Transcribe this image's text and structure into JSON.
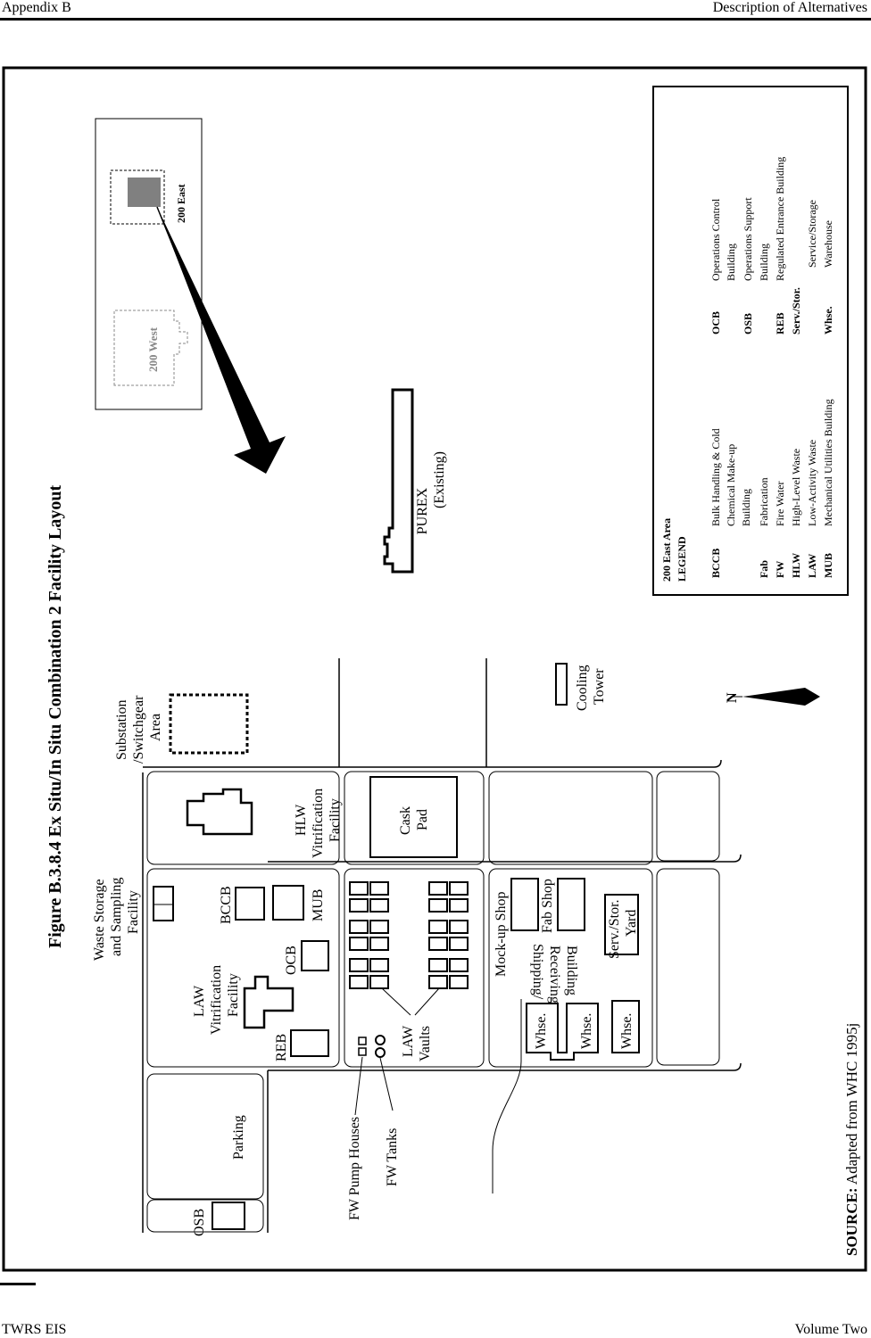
{
  "header": {
    "left": "Appendix B",
    "right": "Description of Alternatives"
  },
  "footer": {
    "left": "TWRS EIS",
    "right": "Volume Two"
  },
  "figure": {
    "title": "Figure B.3.8.4  Ex Situ/In Situ Combination 2 Facility Layout",
    "source_label": "SOURCE:",
    "source_text": " Adapted from WHC 1995j"
  },
  "inset": {
    "west": "200 West",
    "east": "200 East"
  },
  "labels": {
    "purex_1": "PUREX",
    "purex_2": "(Existing)",
    "substation_1": "Substation",
    "substation_2": "/Switchgear",
    "substation_3": "Area",
    "cooling_1": "Cooling",
    "cooling_2": "Tower",
    "north": "N",
    "hlw_1": "HLW",
    "hlw_2": "Vitrification",
    "hlw_3": "Facility",
    "cask_1": "Cask",
    "cask_2": "Pad",
    "waste_1": "Waste Storage",
    "waste_2": "and Sampling",
    "waste_3": "Facility",
    "bccb": "BCCB",
    "mub": "MUB",
    "ocb": "OCB",
    "reb": "REB",
    "law_1": "LAW",
    "law_2": "Vitrification",
    "law_3": "Facility",
    "vaults_1": "LAW",
    "vaults_2": "Vaults",
    "mockup": "Mock-up Shop",
    "fab": "Fab Shop",
    "serv_1": "Serv./Stor.",
    "serv_2": "Yard",
    "ship_1": "Shipping/",
    "ship_2": "Receiving",
    "ship_3": "Building",
    "whse": "Whse.",
    "parking": "Parking",
    "osb": "OSB",
    "fw_pump": "FW Pump Houses",
    "fw_tanks": "FW Tanks"
  },
  "legend": {
    "title": "200 East Area",
    "subtitle": "LEGEND",
    "left": [
      {
        "abbr": "BCCB",
        "desc": [
          "Bulk Handling & Cold",
          "Chemical Make-up",
          "Building"
        ]
      },
      {
        "abbr": "Fab",
        "desc": [
          "Fabrication"
        ]
      },
      {
        "abbr": "FW",
        "desc": [
          "Fire Water"
        ]
      },
      {
        "abbr": "HLW",
        "desc": [
          "High-Level Waste"
        ]
      },
      {
        "abbr": "LAW",
        "desc": [
          "Low-Activity Waste"
        ]
      },
      {
        "abbr": "MUB",
        "desc": [
          "Mechanical Utilities Building"
        ]
      }
    ],
    "right": [
      {
        "abbr": "OCB",
        "desc": [
          "Operations Control",
          "Building"
        ]
      },
      {
        "abbr": "OSB",
        "desc": [
          "Operations Support",
          "Building"
        ]
      },
      {
        "abbr": "REB",
        "desc": [
          "Regulated Entrance Building"
        ]
      },
      {
        "abbr": "Serv./Stor.",
        "desc": [
          "Service/Storage"
        ]
      },
      {
        "abbr": "Whse.",
        "desc": [
          "Warehouse"
        ]
      }
    ]
  }
}
